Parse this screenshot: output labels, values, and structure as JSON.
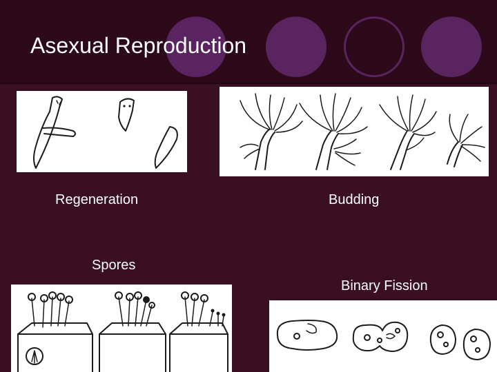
{
  "slide": {
    "title": "Asexual Reproduction",
    "colors": {
      "background": "#3a0f22",
      "header": "#2d0a1a",
      "accent_circle": "#5a2460",
      "text": "#ffffff"
    },
    "panels": [
      {
        "caption": "Regeneration",
        "illustration": "planaria-regeneration-drawing"
      },
      {
        "caption": "Budding",
        "illustration": "hydra-budding-drawing"
      },
      {
        "caption": "Spores",
        "illustration": "bread-mold-spores-drawing"
      },
      {
        "caption": "Binary Fission",
        "illustration": "amoeba-binary-fission-drawing"
      }
    ]
  }
}
